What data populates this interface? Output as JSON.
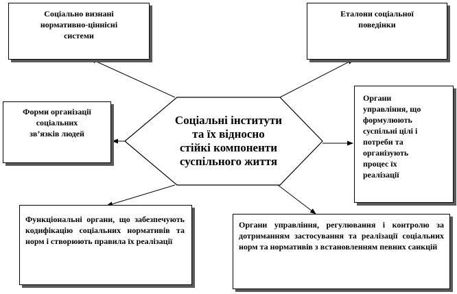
{
  "diagram": {
    "center": {
      "label": "Соціальні інститути\nта їх відносно\nстійкі компоненти\nсуспільного життя"
    },
    "boxes": [
      {
        "id": "top-left",
        "label": "Соціально визнані\nнормативно-ціннісні\nсистеми"
      },
      {
        "id": "top-right",
        "label": "Еталони соціальної\nповедінки"
      },
      {
        "id": "mid-left",
        "label": "Форми організації\nсоціальних\nзв’язків людей"
      },
      {
        "id": "mid-right",
        "label": "Органи\nуправління, що\nформулюють\nсуспільні цілі і\nпотреби та\nорганізують\nпроцес їх\nреалізації"
      },
      {
        "id": "bottom-left",
        "label": "Функціональні органи, що забезпечують кодифікацію соціальних нормативів та норм і створюють правила їх реалізації"
      },
      {
        "id": "bottom-right",
        "label": "Органи управління, регулювання і контролю за дотриманням застосування та реалізації соціальних норм та нормативів з встановленням певних санкцій"
      }
    ]
  }
}
